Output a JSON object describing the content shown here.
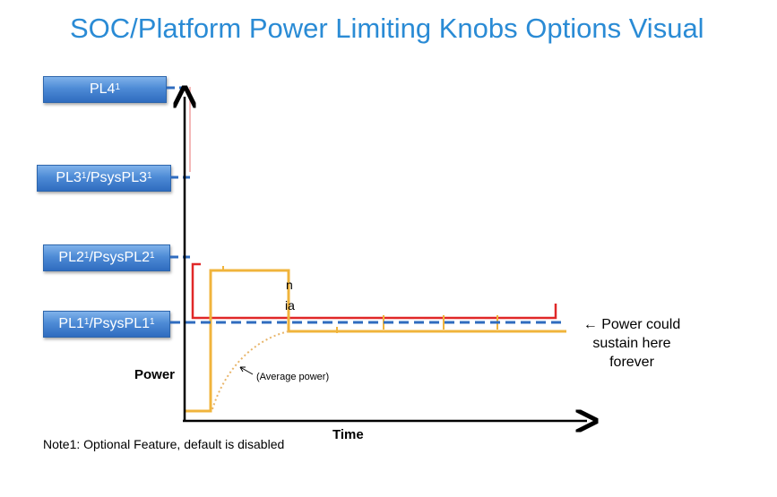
{
  "title": "SOC/Platform Power Limiting Knobs Options Visual",
  "knobs": [
    {
      "label": "PL4",
      "sup": "1"
    },
    {
      "label": "PL3",
      "sup": "1",
      "suffix": "/PsysPL3",
      "sup2": "1"
    },
    {
      "label": "PL2",
      "sup": "1",
      "suffix": "/PsysPL2",
      "sup2": "1"
    },
    {
      "label": "PL1",
      "sup": "1",
      "suffix": "/PsysPL1",
      "sup2": "1"
    }
  ],
  "axes": {
    "y_label": "Power",
    "x_label": "Time"
  },
  "annotations": {
    "average_power": "(Average power)",
    "sustain_line1": "← Power could",
    "sustain_line2": "sustain here",
    "sustain_line3": "forever",
    "partial_a": "n",
    "partial_b": "ia"
  },
  "note": "Note1: Optional Feature, default is disabled",
  "colors": {
    "title": "#2a8bd5",
    "box": "#3f7ccb",
    "dash": "#2f6cbf",
    "power_trace": "#f0b43c",
    "limit_trace": "#e02828"
  }
}
